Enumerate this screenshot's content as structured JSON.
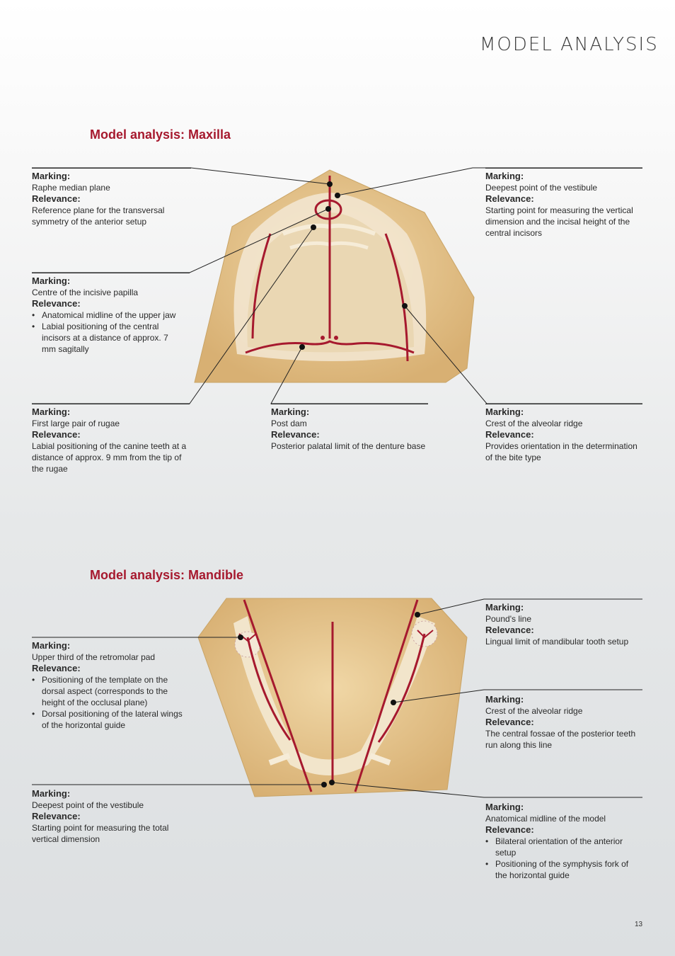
{
  "page": {
    "title": "MODEL ANALYSIS",
    "number": "13"
  },
  "labels": {
    "marking": "Marking:",
    "relevance": "Relevance:"
  },
  "maxilla": {
    "title": "Model analysis: Maxilla",
    "raphe": {
      "marking": "Raphe median plane",
      "relevance": "Reference plane for the transversal symmetry of the anterior setup"
    },
    "vestibule": {
      "marking": "Deepest point of the vestibule",
      "relevance": "Starting point for measuring the vertical dimension and the incisal height of the central incisors"
    },
    "papilla": {
      "marking": "Centre of the incisive papilla",
      "relevance": [
        "Anatomical midline of the upper jaw",
        "Labial positioning of the central incisors at a distance of approx. 7 mm sagitally"
      ]
    },
    "rugae": {
      "marking": "First large pair of rugae",
      "relevance": "Labial positioning of the canine teeth at a distance of approx. 9 mm from the tip of the rugae"
    },
    "postdam": {
      "marking": "Post dam",
      "relevance": "Posterior palatal limit of the denture base"
    },
    "crest": {
      "marking": "Crest of the alveolar ridge",
      "relevance": "Provides orientation in the determination of the bite type"
    }
  },
  "mandible": {
    "title": "Model analysis: Mandible",
    "retromolar": {
      "marking": "Upper third of the retromolar pad",
      "relevance": [
        "Positioning of the template on the dorsal aspect (corresponds to the height of the occlusal plane)",
        "Dorsal positioning of the lateral wings of the horizontal guide"
      ]
    },
    "pound": {
      "marking": "Pound's line",
      "relevance": "Lingual limit of mandibular tooth setup"
    },
    "crest": {
      "marking": "Crest of the alveolar ridge",
      "relevance": "The central fossae of the posterior teeth run along this line"
    },
    "vestibule": {
      "marking": "Deepest point of the vestibule",
      "relevance": "Starting point for measuring the total vertical dimension"
    },
    "midline": {
      "marking": "Anatomical midline of the model",
      "relevance": [
        "Bilateral orientation of the anterior setup",
        "Positioning of the symphysis fork of the horizontal guide"
      ]
    }
  },
  "colors": {
    "accent": "#a6192e",
    "plaster": "#e3c48c",
    "line": "#222222"
  }
}
